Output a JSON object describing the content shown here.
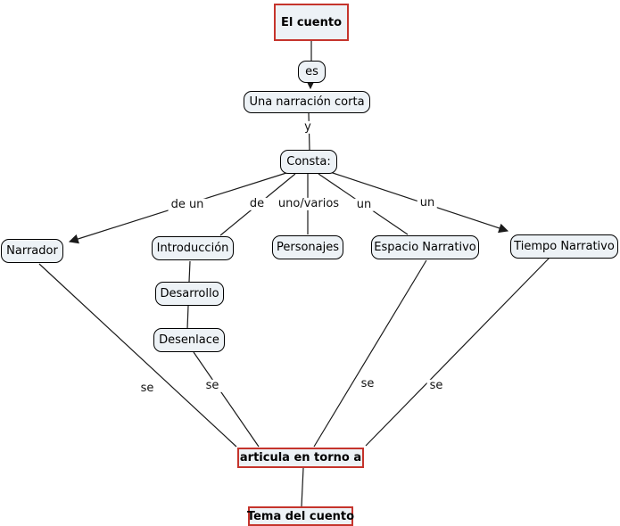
{
  "map": {
    "colors": {
      "background": "#ffffff",
      "node_fill": "#edf2f6",
      "node_border": "#000000",
      "highlight_border": "#c5342c",
      "line": "#1a1a1a",
      "text": "#000000"
    },
    "nodes": [
      {
        "id": "el-cuento",
        "label": "El cuento",
        "highlighted": true
      },
      {
        "id": "es",
        "label": "es",
        "highlighted": false
      },
      {
        "id": "una-narracion-corta",
        "label": "Una narración corta",
        "highlighted": false
      },
      {
        "id": "consta",
        "label": "Consta:",
        "highlighted": false
      },
      {
        "id": "narrador",
        "label": "Narrador",
        "highlighted": false
      },
      {
        "id": "introduccion",
        "label": "Introducción",
        "highlighted": false
      },
      {
        "id": "personajes",
        "label": "Personajes",
        "highlighted": false
      },
      {
        "id": "espacio-narrativo",
        "label": "Espacio Narrativo",
        "highlighted": false
      },
      {
        "id": "tiempo-narrativo",
        "label": "Tiempo Narrativo",
        "highlighted": false
      },
      {
        "id": "desarrollo",
        "label": "Desarrollo",
        "highlighted": false
      },
      {
        "id": "desenlace",
        "label": "Desenlace",
        "highlighted": false
      },
      {
        "id": "articula-en-torno-a",
        "label": "articula en torno a",
        "highlighted": true
      },
      {
        "id": "tema-del-cuento",
        "label": "Tema del cuento",
        "highlighted": true
      }
    ],
    "links": [
      {
        "from": "el-cuento",
        "to": "es",
        "label": "",
        "arrow": false
      },
      {
        "from": "es",
        "to": "una-narracion-corta",
        "label": "",
        "arrow": true
      },
      {
        "from": "una-narracion-corta",
        "to": "consta",
        "label": "y",
        "arrow": false
      },
      {
        "from": "consta",
        "to": "narrador",
        "label": "de un",
        "arrow": true
      },
      {
        "from": "consta",
        "to": "introduccion",
        "label": "de",
        "arrow": false
      },
      {
        "from": "consta",
        "to": "personajes",
        "label": "uno/varios",
        "arrow": false
      },
      {
        "from": "consta",
        "to": "espacio-narrativo",
        "label": "un",
        "arrow": false
      },
      {
        "from": "consta",
        "to": "tiempo-narrativo",
        "label": "un",
        "arrow": true
      },
      {
        "from": "narrador",
        "to": "articula-en-torno-a",
        "label": "se",
        "arrow": false
      },
      {
        "from": "introduccion",
        "to": "desarrollo",
        "label": "",
        "arrow": false
      },
      {
        "from": "desarrollo",
        "to": "desenlace",
        "label": "",
        "arrow": false
      },
      {
        "from": "desenlace",
        "to": "articula-en-torno-a",
        "label": "se",
        "arrow": false
      },
      {
        "from": "espacio-narrativo",
        "to": "articula-en-torno-a",
        "label": "se",
        "arrow": false
      },
      {
        "from": "tiempo-narrativo",
        "to": "articula-en-torno-a",
        "label": "se",
        "arrow": false
      },
      {
        "from": "articula-en-torno-a",
        "to": "tema-del-cuento",
        "label": "",
        "arrow": false
      }
    ]
  }
}
